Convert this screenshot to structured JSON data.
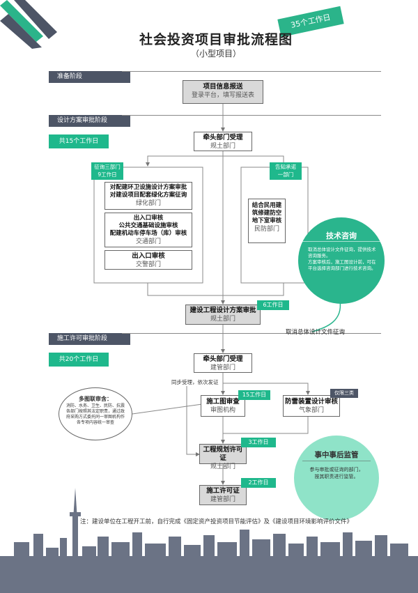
{
  "header": {
    "title": "社会投资项目审批流程图",
    "subtitle": "（小型项目）",
    "badge": "35个工作日"
  },
  "sections": {
    "prep": "准备阶段",
    "design": "设计方案审批阶段",
    "permit": "施工许可审批阶段"
  },
  "days": {
    "design_total": "共15个工作日",
    "permit_total": "共20个工作日",
    "design_approval": "6工作日",
    "drawing_review": "15工作日",
    "planning_permit": "3工作日",
    "construction_permit": "2工作日"
  },
  "nodes": {
    "project_info": {
      "title": "项目信息报送",
      "sub": "登录平台，填写报送表"
    },
    "lead_dept_1": {
      "title": "牵头部门受理",
      "sub": "规土部门"
    },
    "greening": {
      "title": "对配建环卫设施设计方案审批\n对建设项目配套绿化方案征询",
      "sub": "绿化部门"
    },
    "traffic": {
      "title": "出入口审核\n公共交通基础设施审核\n配建机动车停车场（库）审核",
      "sub": "交通部门"
    },
    "police": {
      "title": "出入口审核",
      "sub": "交警部门"
    },
    "civil_defense": {
      "title": "结合民用建\n筑修建防空\n地下室审核",
      "sub": "民防部门"
    },
    "design_approval": {
      "title": "建设工程设计方案审批",
      "sub": "规土部门"
    },
    "lead_dept_2": {
      "title": "牵头部门受理",
      "sub": "建管部门"
    },
    "drawing_review": {
      "title": "施工图审查",
      "sub": "审图机构"
    },
    "lightning": {
      "title": "防雷装置设计审核",
      "sub": "气象部门"
    },
    "planning_permit": {
      "title": "工程规划许可证",
      "sub": "规土部门"
    },
    "construction_permit": {
      "title": "施工许可证",
      "sub": "建管部门"
    }
  },
  "tags": {
    "consult_three": "征询三部门\n9工作日",
    "notify_one": "告知承诺\n一部门",
    "only_three": "仅限三类",
    "cancel_consult": "取消总体设计文件征询",
    "sync_accept": "同步受理，依次发证"
  },
  "tech_consult": {
    "title": "技术咨询",
    "items": [
      "取消总体设计文件征询，提供技术咨询服务。",
      "方案审核后，施工图设计前，可在平台选择咨询部门进行技术咨询。"
    ]
  },
  "joint_review": {
    "title": "多图联审含：",
    "body": "消防、水务、卫生、民防、抗震各部门按照其法定职责，通过政府采购方式委托同一审图机构作各专项内容统一审查"
  },
  "supervision": {
    "title": "事中事后监管",
    "body": "参与审批或征询的部门，按其职责进行监管。"
  },
  "footnote": "注：建设单位在工程开工前，自行完成《固定资产投资项目节能评估》及《建设项目环境影响评价文件》",
  "colors": {
    "green": "#1fb88c",
    "dark": "#4d5566",
    "gray_box": "#d9d9d9",
    "skyline": "#6b7385"
  }
}
